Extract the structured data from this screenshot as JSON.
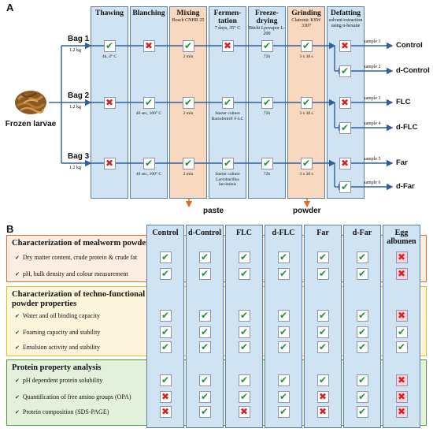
{
  "panel_a": {
    "label": "A",
    "source_label": "Frozen larvae",
    "columns": [
      {
        "title": "Thawing",
        "subtitle": "",
        "style": "blue"
      },
      {
        "title": "Blanching",
        "subtitle": "",
        "style": "blue"
      },
      {
        "title": "Mixing",
        "subtitle": "Bosch CNHR 25",
        "style": "orange"
      },
      {
        "title": "Fermen-tation",
        "subtitle": "7 days, 35° C",
        "style": "blue"
      },
      {
        "title": "Freeze-drying",
        "subtitle": "Büchi Lyovapor L-200",
        "style": "blue"
      },
      {
        "title": "Grinding",
        "subtitle": "Clatronic KSW 3307",
        "style": "orange"
      },
      {
        "title": "Defatting",
        "subtitle": "solvent extraction using n-hexane",
        "style": "blue"
      }
    ],
    "bags": [
      {
        "name": "Bag 1",
        "weight": "1.2 kg",
        "marks": [
          "yes",
          "no",
          "yes",
          "no",
          "yes",
          "yes"
        ],
        "notes": [
          "4h, 4° C",
          "",
          "2 min",
          "",
          "72h",
          "3 x 30 s"
        ]
      },
      {
        "name": "Bag 2",
        "weight": "1.2 kg",
        "marks": [
          "no",
          "yes",
          "yes",
          "yes",
          "yes",
          "yes"
        ],
        "notes": [
          "",
          "40 sec, 100° C",
          "2 min",
          "Starter culture Bactoferm® F-LC",
          "72h",
          "3 x 30 s"
        ]
      },
      {
        "name": "Bag 3",
        "weight": "1.2 kg",
        "marks": [
          "no",
          "yes",
          "yes",
          "yes",
          "yes",
          "yes"
        ],
        "notes": [
          "",
          "40 sec, 100° C",
          "2 min",
          "Starter culture Lactobacillus farciminis",
          "72h",
          "3 x 30 s"
        ]
      }
    ],
    "outputs": [
      {
        "sample": "sample 1",
        "name": "Control",
        "defat": "no"
      },
      {
        "sample": "sample 2",
        "name": "d-Control",
        "defat": "yes"
      },
      {
        "sample": "sample 3",
        "name": "FLC",
        "defat": "no"
      },
      {
        "sample": "sample 4",
        "name": "d-FLC",
        "defat": "yes"
      },
      {
        "sample": "sample 5",
        "name": "Far",
        "defat": "no"
      },
      {
        "sample": "sample 6",
        "name": "d-Far",
        "defat": "yes"
      }
    ],
    "bottom_labels": {
      "paste": "paste",
      "powder": "powder"
    }
  },
  "panel_b": {
    "label": "B",
    "columns": [
      "Control",
      "d-Control",
      "FLC",
      "d-FLC",
      "Far",
      "d-Far",
      "Egg albumen"
    ],
    "sections": [
      {
        "title": "Characterization of mealworm powders",
        "color": "#e46c2a",
        "bg": "#fdeee3",
        "items": [
          {
            "label": "Dry matter content, crude protein & crude fat",
            "marks": [
              "yes",
              "yes",
              "yes",
              "yes",
              "yes",
              "yes",
              "no"
            ]
          },
          {
            "label": "pH, bulk density and colour measurement",
            "marks": [
              "yes",
              "yes",
              "yes",
              "yes",
              "yes",
              "yes",
              "no"
            ]
          }
        ]
      },
      {
        "title": "Characterization of techno-functional powder properties",
        "color": "#e8b629",
        "bg": "#fdf6dd",
        "items": [
          {
            "label": "Water and oil binding capacity",
            "marks": [
              "yes",
              "yes",
              "yes",
              "yes",
              "yes",
              "yes",
              "no"
            ]
          },
          {
            "label": "Foaming capacity and stability",
            "marks": [
              "yes",
              "yes",
              "yes",
              "yes",
              "yes",
              "yes",
              "yes"
            ]
          },
          {
            "label": "Emulsion activity and stability",
            "marks": [
              "yes",
              "yes",
              "yes",
              "yes",
              "yes",
              "yes",
              "yes"
            ]
          }
        ]
      },
      {
        "title": "Protein property analysis",
        "color": "#4a9a3a",
        "bg": "#e3f1dc",
        "items": [
          {
            "label": "pH dependent protein solubility",
            "marks": [
              "yes",
              "yes",
              "yes",
              "yes",
              "yes",
              "yes",
              "no"
            ]
          },
          {
            "label": "Quantification of free amino groups (OPA)",
            "marks": [
              "no",
              "yes",
              "yes",
              "yes",
              "no",
              "yes",
              "no"
            ]
          },
          {
            "label": "Protein composition (SDS-PAGE)",
            "marks": [
              "no",
              "yes",
              "no",
              "yes",
              "no",
              "yes",
              "no"
            ]
          }
        ]
      }
    ]
  },
  "icons": {
    "yes": "check-icon",
    "no": "cross-icon"
  },
  "colors": {
    "column_blue": "#cfe3f2",
    "column_orange": "#f8d9c0",
    "check": "#23913c",
    "cross": "#d42424",
    "arrow": "#2e5f9e"
  }
}
